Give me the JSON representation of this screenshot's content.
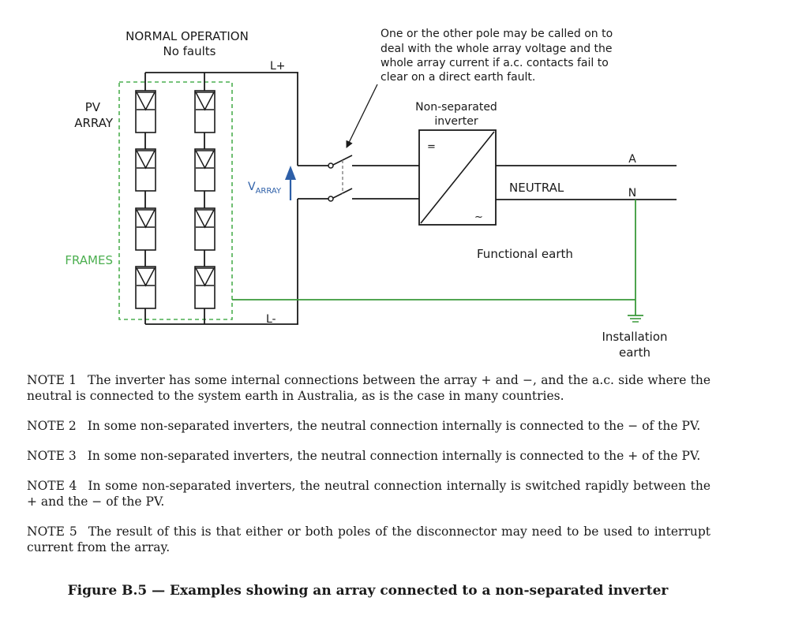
{
  "diagram": {
    "heading": "NORMAL OPERATION",
    "subheading": "No faults",
    "pv_array_label": [
      "PV",
      "ARRAY"
    ],
    "frames_label": "FRAMES",
    "l_plus": "L+",
    "l_minus": "L-",
    "v_array_main": "V",
    "v_array_sub": "ARRAY",
    "callout": [
      "One or the other pole may be called on to",
      "deal with the whole array voltage and  the",
      "whole array current if a.c. contacts fail to",
      "clear on a direct earth fault."
    ],
    "inverter_label": [
      "Non-separated",
      "inverter"
    ],
    "inverter_dc_symbol": "=",
    "inverter_ac_symbol": "~",
    "neutral_label": "NEUTRAL",
    "a_label": "A",
    "n_label": "N",
    "functional_earth": "Functional earth",
    "installation_earth": [
      "Installation",
      "earth"
    ],
    "colors": {
      "line": "#1a1a1a",
      "earth_green": "#3a9a3a",
      "arrow_blue": "#2d5fa8",
      "frames_text": "#4caf50"
    }
  },
  "notes": [
    {
      "id": "NOTE 1",
      "text": "The inverter has some internal connections between the array + and −, and the a.c. side where the neutral is connected to the system earth in Australia, as is the case in many countries."
    },
    {
      "id": "NOTE 2",
      "text": "In some non-separated inverters, the neutral connection internally is connected to the − of the PV."
    },
    {
      "id": "NOTE 3",
      "text": "In some non-separated inverters, the neutral connection internally is connected to the + of the PV."
    },
    {
      "id": "NOTE 4",
      "text": "In some non-separated inverters, the neutral connection internally is switched rapidly between the + and the − of the PV."
    },
    {
      "id": "NOTE 5",
      "text": "The result of this is that either or both poles of the disconnector may need to be used to interrupt current from the array."
    }
  ],
  "caption": "Figure B.5 — Examples showing an array connected to a non-separated inverter"
}
